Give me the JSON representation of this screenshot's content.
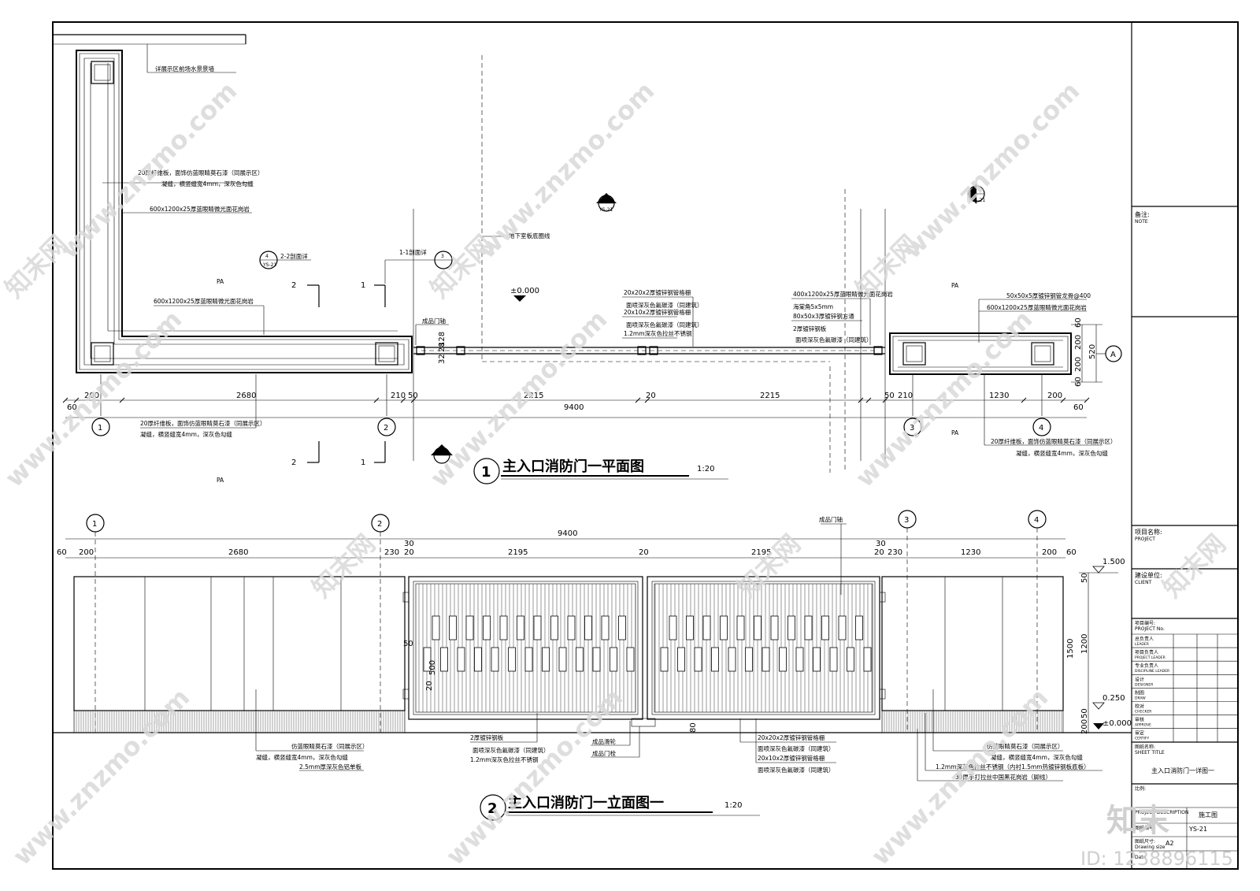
{
  "plan": {
    "title": "主入口消防门一平面图",
    "scale": "1:20",
    "index": "1",
    "notes": {
      "top_label": "详展示区前场水景景墙",
      "n1": "20厚纤维板，面饰仿蓝眼睛莫石漆（同展示区）",
      "n1b": "凝缝，横竖缝宽4mm，深灰色勾缝",
      "n2": "600x1200x25厚蓝眼睛微光面花岗岩",
      "n3": "600x1200x25厚蓝眼睛微光面花岗岩",
      "sec22": "2-2剖面详",
      "sec11": "1-1剖面详",
      "door_axis": "成品门轴",
      "basement": "地下室板底圈线",
      "level": "±0.000",
      "g1": "20x20x2厚镀锌钢管格栅",
      "g2": "面喷深灰色氟碳漆（同建筑）",
      "g3": "20x10x2厚镀锌钢管格栅",
      "g4": "面喷深灰色氟碳漆（同建筑）",
      "g5": "1.2mm深灰色拉丝不锈钢",
      "r1": "400x1200x25厚蓝眼睛微光面花岗岩",
      "r2": "海棠角5x5mm",
      "r3": "80x50x3厚镀锌钢方通",
      "r4": "2厚镀锌钢板",
      "r5": "面喷深灰色氟碳漆（同建筑）",
      "rr1": "50x50x5厚镀锌钢管龙骨@400",
      "rr2": "600x1200x25厚蓝眼睛微光面花岗岩",
      "b1": "20厚纤维板，面饰仿蓝眼睛莫石漆（同展示区）",
      "b1b": "凝缝，横竖缝宽4mm，深灰色勾缝",
      "b2": "20厚纤维板，面饰仿蓝眼睛莫石漆（同展示区）",
      "b2b": "凝缝，横竖缝宽4mm，深灰色勾缝",
      "pa": "PA",
      "callout_a": "A",
      "ref": "YS-21"
    },
    "dims_top": [
      "60",
      "200",
      "2680",
      "210",
      "50",
      "2215",
      "20",
      "2215",
      "50",
      "210",
      "1230",
      "200",
      "60"
    ],
    "dim_total": "9400",
    "dims_right": [
      "60",
      "200",
      "200",
      "60"
    ],
    "dim_right_total": "520",
    "dims_small": [
      "32",
      "28",
      "128"
    ],
    "axes": [
      "1",
      "2",
      "3",
      "4"
    ],
    "section_marks": [
      "2",
      "1"
    ]
  },
  "elevation": {
    "title": "主入口消防门一立面图一",
    "scale": "1:20",
    "index": "2",
    "dims_top": [
      "60",
      "200",
      "2680",
      "230",
      "30",
      "20",
      "2195",
      "20",
      "2195",
      "20",
      "30",
      "230",
      "1230",
      "200",
      "60"
    ],
    "dim_total": "9400",
    "dims_right": [
      "50",
      "1200",
      "50",
      "200"
    ],
    "dim_right_total": "1500",
    "levels": [
      "1.500",
      "0.250",
      "±0.000"
    ],
    "door_axis": "成品门轴",
    "small_dims": [
      "50",
      "500",
      "20",
      "80"
    ],
    "notes": {
      "l1": "仿蓝眼睛莫石漆（同展示区）",
      "l2": "凝缝，横竖缝宽4mm，深灰色勾缝",
      "l3": "2.5mm厚深灰色铝单板",
      "m1": "2厚镀锌钢板",
      "m2": "面喷深灰色氟碳漆（同建筑）",
      "m3": "1.2mm深灰色拉丝不锈钢",
      "m4": "成品滑轮",
      "m5": "成品门栓",
      "c1": "20x20x2厚镀锌钢管格栅",
      "c2": "面喷深灰色氟碳漆（同建筑）",
      "c3": "20x10x2厚镀锌钢管格栅",
      "c4": "面喷深灰色氟碳漆（同建筑）",
      "r1": "仿蓝眼睛莫石漆（同展示区）",
      "r2": "凝缝，横竖缝宽4mm，深灰色勾缝",
      "r3": "1.2mm深灰色拉丝不锈钢（内衬1.5mm热镀锌钢板底板）",
      "r4": "30厚手打拉丝中国黑花岗岩（脚线）"
    }
  },
  "title_block": {
    "note_cn": "备注:",
    "note_en": "NOTE",
    "project_cn": "项目名称:",
    "project_en": "PROJECT",
    "client_cn": "建设单位:",
    "client_en": "CLIENT",
    "projno_cn": "项目编号:",
    "projno_en": "PROJECT No.",
    "rows": [
      {
        "cn": "总负责人",
        "en": "LEADER"
      },
      {
        "cn": "项目负责人",
        "en": "PROJECT LEADER"
      },
      {
        "cn": "专业负责人",
        "en": "DISCIPLINE LEADER"
      },
      {
        "cn": "设计",
        "en": "DESIGNER"
      },
      {
        "cn": "制图",
        "en": "DRAW"
      },
      {
        "cn": "校对",
        "en": "CHECKER"
      },
      {
        "cn": "审核",
        "en": "APPROVE"
      },
      {
        "cn": "审定",
        "en": "CERTIFY"
      }
    ],
    "sheet_title_cn": "图纸名称:",
    "sheet_title_en": "SHEET TITLE",
    "sheet_title": "主入口消防门一详图一",
    "scale_cn": "比例:",
    "desc_en": "PROJECT DESCRIPTION",
    "stage": "施工图",
    "sheet_no_label": "图纸编号:",
    "sheet_no": "YS-21",
    "size_cn": "图纸尺寸:",
    "size_en": "Drawing size",
    "size": "A2",
    "date_en": "Date"
  },
  "watermark": {
    "brand": "知末",
    "site": "www.znzmo.com",
    "site_cn": "知末网",
    "id": "ID: 1238896115"
  }
}
